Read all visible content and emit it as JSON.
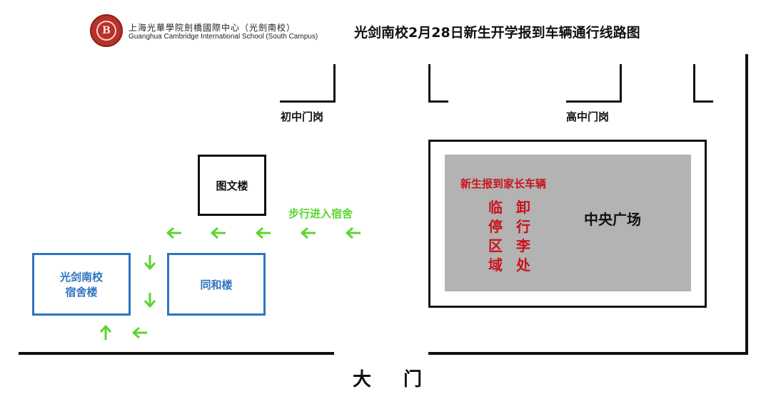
{
  "header": {
    "logo_monogram": "B",
    "school_name_cn": "上海光華學院劍橋國際中心（光劍南校）",
    "school_name_en": "Guanghua Cambridge International School (South Campus)",
    "title": "光剑南校2月28日新生开学报到车辆通行线路图"
  },
  "map": {
    "junior_gate": "初中门岗",
    "senior_gate": "高中门岗",
    "library_building": "图文楼",
    "walk_to_dorm": "步行进入宿舍",
    "dorm_building_line1": "光剑南校",
    "dorm_building_line2": "宿舍楼",
    "tonghe_building": "同和楼",
    "parent_vehicle_label": "新生报到家长车辆",
    "parking_area_col1": [
      "临",
      "停",
      "区",
      "域"
    ],
    "unloading_col2": [
      "卸",
      "行",
      "李",
      "处"
    ],
    "central_plaza": "中央广场",
    "main_gate": "大 门"
  },
  "colors": {
    "route_arrow": "#5cd42f",
    "dorm_accent": "#2f74c0",
    "parking_text": "#c8141d",
    "plaza_fill": "#b3b3b3"
  },
  "icons": {
    "route_arrow": "arrow-icon",
    "logo": "school-crest"
  }
}
